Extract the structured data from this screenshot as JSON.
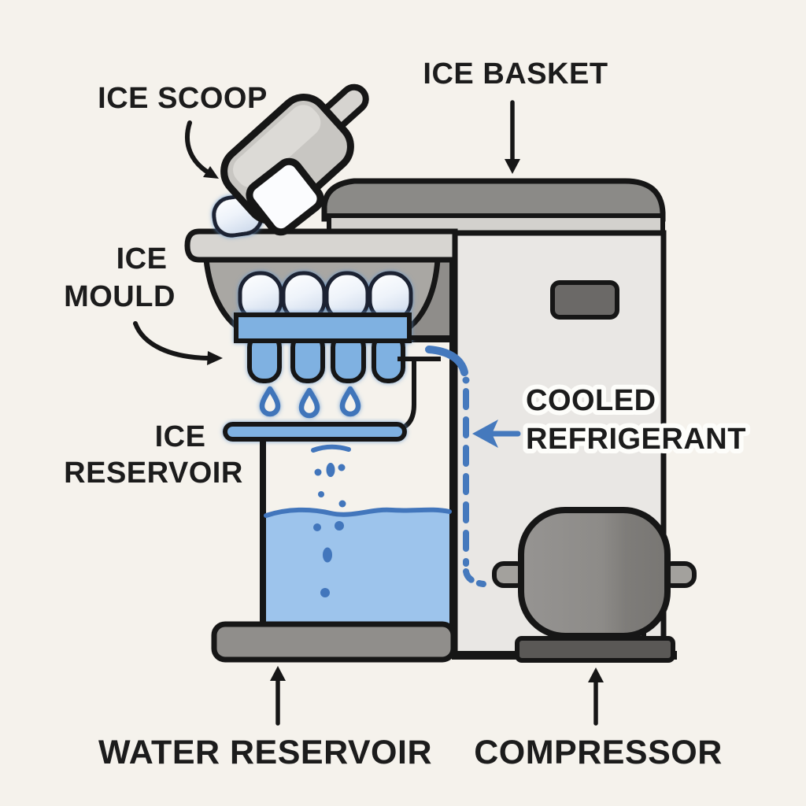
{
  "figure": {
    "subject": "Ice maker machine labeled diagram",
    "style": "cartoon cross-section illustration"
  },
  "labels": {
    "ice_scoop": "ICE SCOOP",
    "ice_basket": "ICE BASKET",
    "ice_mould_1": "ICE",
    "ice_mould_2": "MOULD",
    "ice_reservoir_1": "ICE",
    "ice_reservoir_2": "RESERVOIR",
    "cooled_refrigerant_1": "COOLED",
    "cooled_refrigerant_2": "REFRIGERANT",
    "water_reservoir": "WATER RESERVOIR",
    "compressor": "COMPRESSOR"
  },
  "colors": {
    "background": "#f5f2ec",
    "outline": "#161616",
    "label_text": "#1c1c1c",
    "lid_dark": "#8b8a87",
    "body_band": "#d3d1cd",
    "body_light": "#e9e7e4",
    "column_gray": "#8f8d8a",
    "bowl_gray": "#a9a7a3",
    "rim_gray": "#d7d5d1",
    "scoop_gray": "#c8c6c2",
    "blue_fill": "#7fb1e1",
    "blue_line": "#4579bd",
    "water": "#9dc4ec",
    "ice_white": "#f7fafe",
    "base_gray": "#908e8b",
    "compressor_gray": "#8d8b88",
    "pedestal_dark": "#5a5856",
    "vent_dark": "#6b6967"
  }
}
